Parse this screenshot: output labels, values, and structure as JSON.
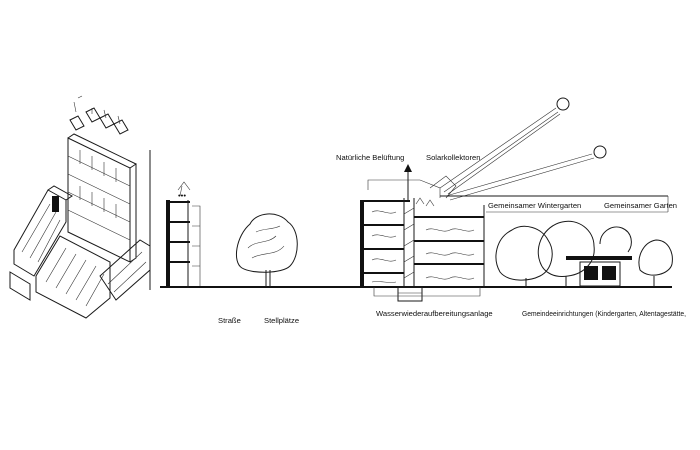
{
  "labels": {
    "ventilation": "Natürliche Belüftung",
    "solar": "Solarkollektoren",
    "winter_garden": "Gemeinsamer Wintergarten",
    "garden": "Gemeinsamer Garten",
    "street": "Straße",
    "parking": "Stellplätze",
    "water": "Wasserwiederaufbereitungsanlage",
    "community": "Gemeindeeinrichtungen (Kindergarten, Altentagestätte,"
  }
}
